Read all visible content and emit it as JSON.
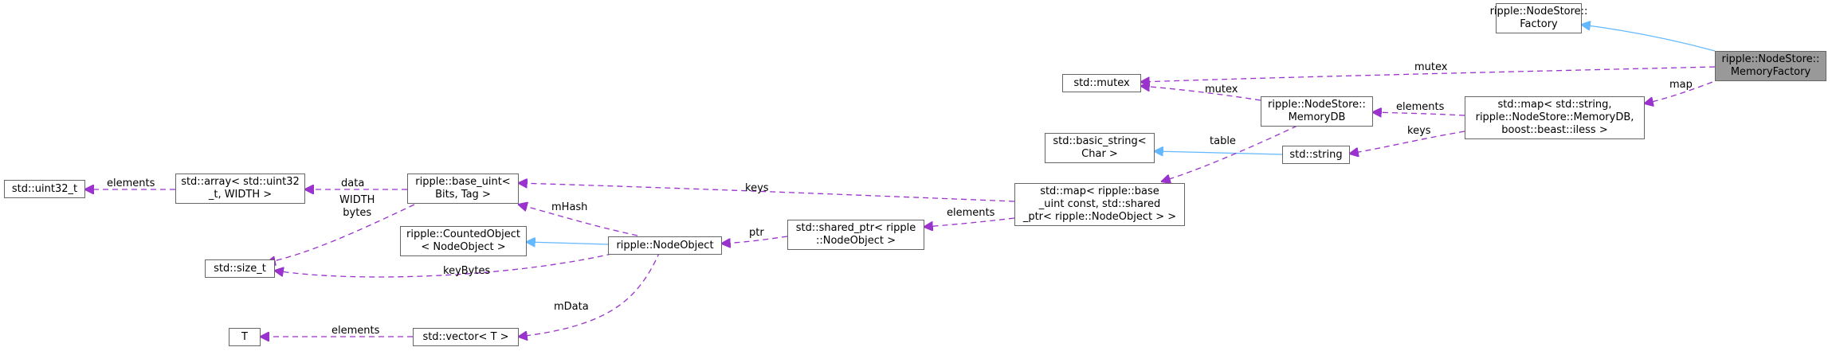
{
  "nodes": {
    "factory": [
      "ripple::NodeStore::",
      "Factory"
    ],
    "memory_factory": [
      "ripple::NodeStore::",
      "MemoryFactory"
    ],
    "mutex": [
      "std::mutex"
    ],
    "memorydb": [
      "ripple::NodeStore::",
      "MemoryDB"
    ],
    "map_string": [
      "std::map< std::string,",
      "ripple::NodeStore::MemoryDB,",
      "boost::beast::iless >"
    ],
    "basic_string": [
      "std::basic_string<",
      "Char >"
    ],
    "string": [
      "std::string"
    ],
    "map_base_uint": [
      "std::map< ripple::base",
      "_uint const, std::shared",
      "_ptr< ripple::NodeObject > >"
    ],
    "base_uint": [
      "ripple::base_uint<",
      "Bits, Tag >"
    ],
    "array": [
      "std::array< std::uint32",
      "_t, WIDTH >"
    ],
    "uint32": [
      "std::uint32_t"
    ],
    "shared_ptr": [
      "std::shared_ptr< ripple",
      "::NodeObject >"
    ],
    "counted_object": [
      "ripple::CountedObject",
      "< NodeObject >"
    ],
    "node_object": [
      "ripple::NodeObject"
    ],
    "size_t": [
      "std::size_t"
    ],
    "vector": [
      "std::vector< T >"
    ],
    "t": [
      "T"
    ]
  },
  "edge_labels": {
    "mutex_factory": "mutex",
    "map": "map",
    "mutex_db": "mutex",
    "elements_db": "elements",
    "table": "table",
    "keys_string": "keys",
    "keys_base": "keys",
    "data": "data",
    "elements_uint32": "elements",
    "width_bytes": [
      "WIDTH",
      "bytes"
    ],
    "mhash": "mHash",
    "elements_shared": "elements",
    "ptr": "ptr",
    "keybytes": "keyBytes",
    "mdata": "mData",
    "elements_t": "elements"
  },
  "colors": {
    "inheritance": "#63b8ff",
    "usage": "#9a32cd",
    "highlight": "#999999",
    "border": "#666666"
  }
}
